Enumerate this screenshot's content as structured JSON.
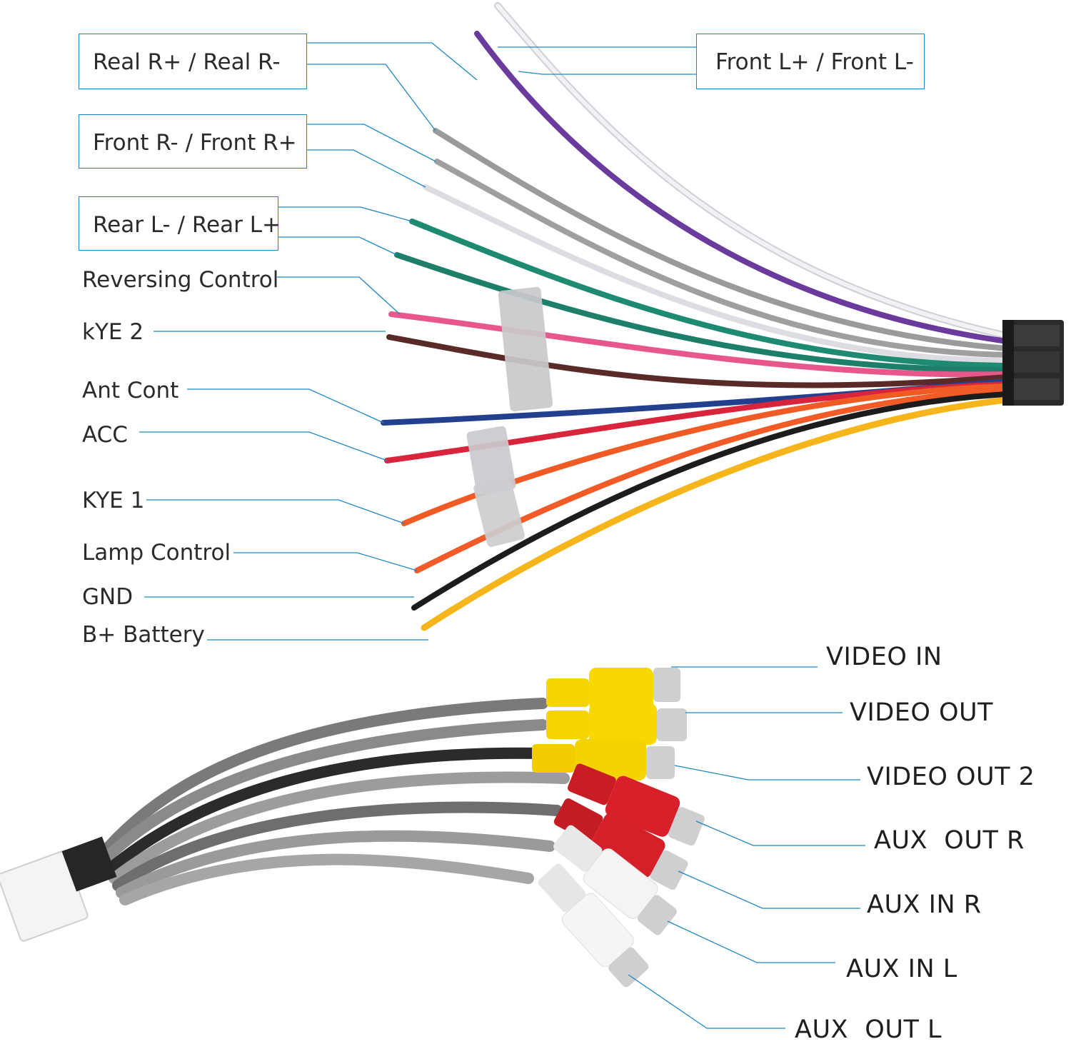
{
  "harness_labels": {
    "real_r": "Real R+ / Real R-",
    "front_l": "Front L+ / Front L-",
    "front_r": "Front R- / Front R+",
    "rear_l": "Rear L- / Rear L+",
    "reversing": "Reversing Control",
    "kye2": "kYE 2",
    "ant": "Ant Cont",
    "acc": "ACC",
    "kye1": "KYE 1",
    "lamp": "Lamp Control",
    "gnd": "GND",
    "battery": "B+ Battery"
  },
  "rca_labels": {
    "video_in": "VIDEO IN",
    "video_out": "VIDEO OUT",
    "video_out2": "VIDEO OUT 2",
    "aux_out_r": "AUX  OUT R",
    "aux_in_r": "AUX IN R",
    "aux_in_l": "AUX IN L",
    "aux_out_l": "AUX  OUT L"
  },
  "colors": {
    "callout_line": "#1e87c5",
    "wire_white": "#e6e6ea",
    "wire_purple": "#6a3a9c",
    "wire_gray": "#9a9a9a",
    "wire_green": "#1f8a72",
    "wire_pink": "#e8578c",
    "wire_brown": "#5a2a28",
    "wire_blue": "#23408f",
    "wire_red": "#d8253b",
    "wire_orange": "#f05a24",
    "wire_black": "#1c1c1c",
    "wire_yellow": "#f6b51a",
    "rca_yellow": "#f5d500",
    "rca_red": "#d8202a",
    "rca_white": "#f2f2f2"
  }
}
